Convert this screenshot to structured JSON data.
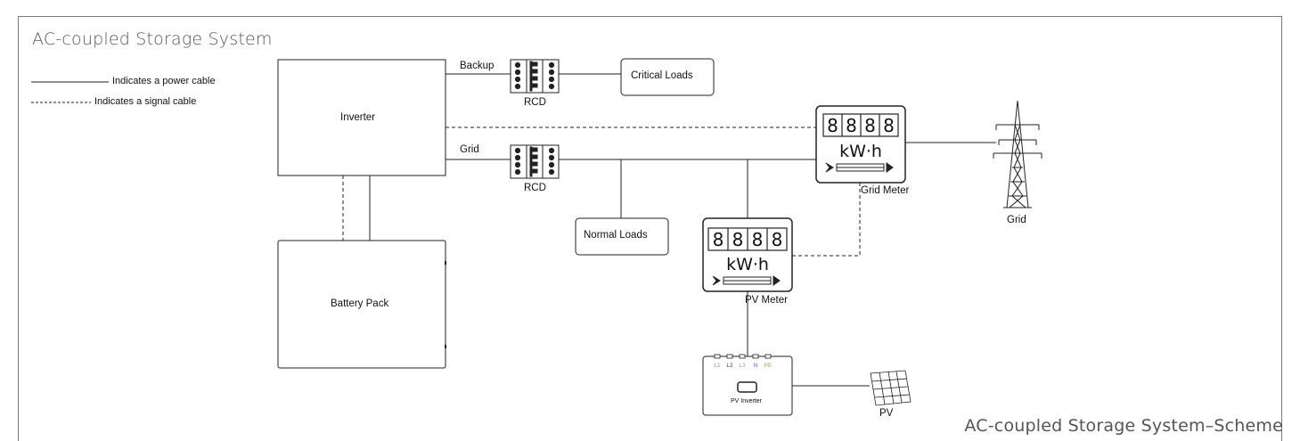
{
  "title": "AC-coupled Storage System",
  "caption": "AC-coupled Storage System–Scheme",
  "legend": {
    "power": "Indicates a power cable",
    "signal": "Indicates a signal cable"
  },
  "components": {
    "inverter": "Inverter",
    "battery": "Battery Pack",
    "critical_loads": "Critical Loads",
    "normal_loads": "Normal Loads",
    "rcd_backup": "RCD",
    "rcd_grid": "RCD",
    "grid_meter": "Grid Meter",
    "pv_meter": "PV Meter",
    "grid": "Grid",
    "pv_inverter": "PV Inverter",
    "pv": "PV"
  },
  "cables": {
    "backup": "Backup",
    "grid": "Grid"
  },
  "meter": {
    "digits": [
      "8",
      "8",
      "8",
      "8"
    ],
    "unit": "kW·h"
  },
  "pv_inverter_terminals": [
    "L1",
    "L2",
    "L3",
    "N",
    "PE"
  ],
  "colors": {
    "L1": "#e0773a",
    "L2": "#333333",
    "L3": "#9a9a9a",
    "N": "#3a6fd8",
    "PE": "#7bbf3a",
    "frame": "#7a7a7a",
    "title": "#555555"
  }
}
